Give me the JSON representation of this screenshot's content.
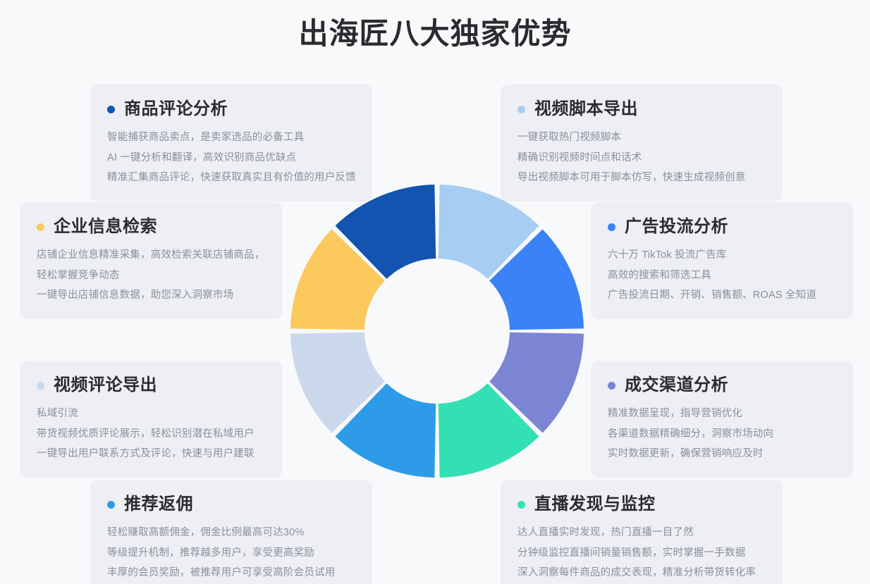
{
  "page": {
    "title": "出海匠八大独家优势",
    "background_color": "#F8F9FB",
    "card_background_color": "#EDEFF4",
    "title_color": "#2B2B2F",
    "body_text_color": "#8A8F9C"
  },
  "cards": [
    {
      "title": "商品评论分析",
      "dot_color": "#1254B0",
      "lines": [
        "智能捕获商品卖点，是卖家选品的必备工具",
        "AI 一键分析和翻译，高效识别商品优缺点",
        "精准汇集商品评论，快速获取真实且有价值的用户反馈"
      ]
    },
    {
      "title": "视频脚本导出",
      "dot_color": "#A8CDF2",
      "lines": [
        "一键获取热门视频脚本",
        "精确识别视频时间点和话术",
        "导出视频脚本可用于脚本仿写，快速生成视频创意"
      ]
    },
    {
      "title": "企业信息检索",
      "dot_color": "#FBC95C",
      "lines": [
        "店铺企业信息精准采集，高效检索关联店铺商品，",
        "轻松掌握竞争动态",
        "一键导出店铺信息数据，助您深入洞察市场"
      ]
    },
    {
      "title": "广告投流分析",
      "dot_color": "#3B82F6",
      "lines": [
        "六十万 TikTok 投流广告库",
        "高效的搜索和筛选工具",
        "广告投流日期、开销、销售额、ROAS 全知道"
      ]
    },
    {
      "title": "视频评论导出",
      "dot_color": "#CBD8EC",
      "lines": [
        "私域引流",
        "带货视频优质评论展示，轻松识别潜在私域用户",
        "一键导出用户联系方式及评论，快速与用户建联"
      ]
    },
    {
      "title": "成交渠道分析",
      "dot_color": "#7C85D4",
      "lines": [
        "精准数据呈现，指导营销优化",
        "各渠道数据精确细分，洞察市场动向",
        "实时数据更新，确保营销响应及时"
      ]
    },
    {
      "title": "推荐返佣",
      "dot_color": "#2E9BE8",
      "lines": [
        "轻松赚取高额佣金，佣金比例最高可达30%",
        "等级提升机制，推荐越多用户，享受更高奖励",
        "丰厚的会员奖励，被推荐用户可享受高阶会员试用"
      ]
    },
    {
      "title": "直播发现与监控",
      "dot_color": "#33E0B4",
      "lines": [
        "达人直播实时发现，热门直播一目了然",
        "分钟级监控直播间销量销售额，实时掌握一手数据",
        "深入洞察每件商品的成交表现，精准分析带货转化率"
      ]
    }
  ],
  "chart_data": {
    "type": "pie",
    "title": "出海匠八大独家优势",
    "subtype": "donut",
    "legend_position": "none",
    "grid": false,
    "outer_radius": 208,
    "inner_radius": 103,
    "start_angle_deg": 0,
    "gap_deg": 2,
    "categories": [
      "视频脚本导出",
      "广告投流分析",
      "成交渠道分析",
      "直播发现与监控",
      "推荐返佣",
      "视频评论导出",
      "企业信息检索",
      "商品评论分析"
    ],
    "values": [
      12.5,
      12.5,
      12.5,
      12.5,
      12.5,
      12.5,
      12.5,
      12.5
    ],
    "colors": [
      "#A8CDF2",
      "#3B82F6",
      "#7C85D4",
      "#33E0B4",
      "#2E9BE8",
      "#CBD8EC",
      "#FBC95C",
      "#1254B0"
    ]
  }
}
